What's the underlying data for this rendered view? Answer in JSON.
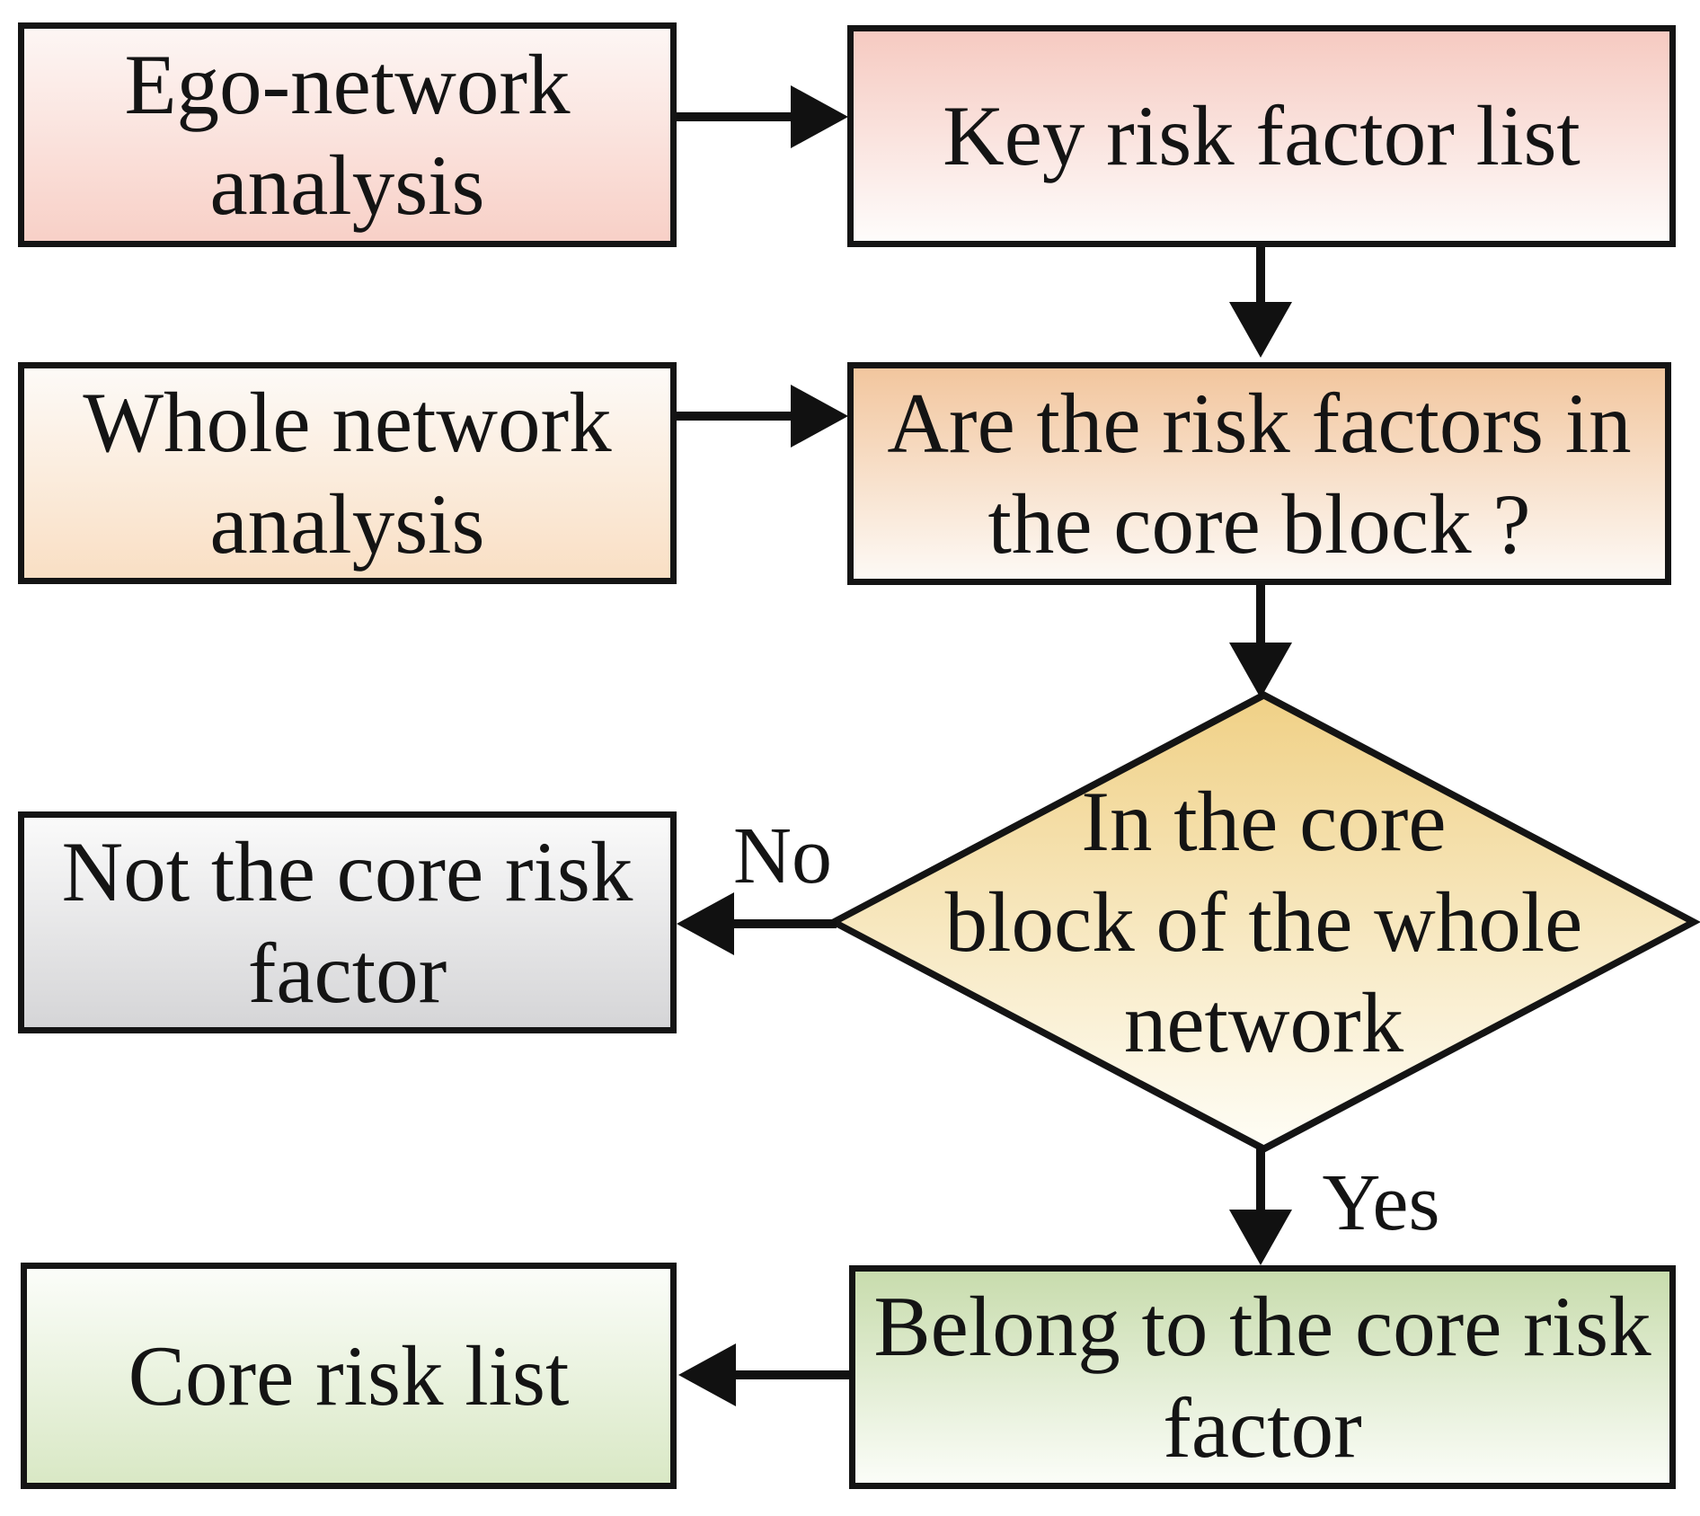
{
  "nodes": {
    "ego_network_analysis": {
      "lines": [
        "Ego-network",
        "analysis"
      ]
    },
    "key_risk_factor_list": {
      "lines": [
        "Key risk factor list"
      ]
    },
    "whole_network_analysis": {
      "lines": [
        "Whole network",
        "analysis"
      ]
    },
    "risk_factors_question": {
      "lines": [
        "Are the risk factors in",
        "the core block ?"
      ]
    },
    "core_block_decision": {
      "lines": [
        "In the core",
        "block of the whole",
        "network"
      ]
    },
    "not_core_risk_factor": {
      "lines": [
        "Not the core risk",
        "factor"
      ]
    },
    "belong_core_risk_factor": {
      "lines": [
        "Belong to the core risk",
        "factor"
      ]
    },
    "core_risk_list": {
      "lines": [
        "Core risk list"
      ]
    }
  },
  "edge_labels": {
    "no": "No",
    "yes": "Yes"
  },
  "colors": {
    "border": "#141414",
    "arrow": "#111111",
    "text": "#141414",
    "gradients": {
      "ego_network_analysis": [
        "#fdf6f4",
        "#f8d0c7"
      ],
      "key_risk_factor_list": [
        "#f6cac1",
        "#fefcfb"
      ],
      "whole_network_analysis": [
        "#fdfaf7",
        "#f9dfc4"
      ],
      "risk_factors_question": [
        "#f2c69e",
        "#fdf9f5"
      ],
      "core_block_decision": [
        "#f0d187",
        "#fefdf5"
      ],
      "not_core_risk_factor": [
        "#fafafa",
        "#d5d5d7"
      ],
      "belong_core_risk_factor": [
        "#c8dcad",
        "#fbfdf8"
      ],
      "core_risk_list": [
        "#fbfdf9",
        "#d9e8c5"
      ]
    }
  }
}
